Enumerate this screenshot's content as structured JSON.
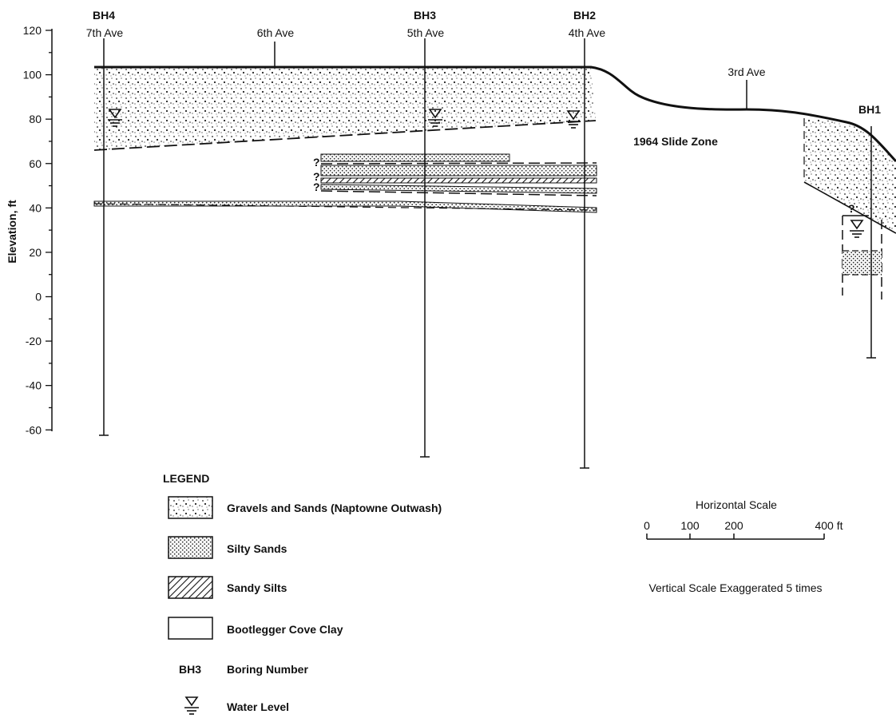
{
  "axis": {
    "ylabel": "Elevation, ft",
    "ticks": [
      120,
      100,
      80,
      60,
      40,
      20,
      0,
      -20,
      -40,
      -60
    ]
  },
  "borings": [
    {
      "id": "BH4",
      "street": "7th Ave"
    },
    {
      "id": "BH3",
      "street": "5th Ave"
    },
    {
      "id": "BH2",
      "street": "4th Ave"
    },
    {
      "id": "BH1",
      "street": ""
    }
  ],
  "streets": {
    "sixth": "6th Ave",
    "third": "3rd Ave"
  },
  "slide_zone": "1964 Slide Zone",
  "question_mark": "?",
  "legend": {
    "title": "LEGEND",
    "items": [
      {
        "pattern": "gravel",
        "label": "Gravels and Sands (Naptowne Outwash)"
      },
      {
        "pattern": "silty",
        "label": "Silty Sands"
      },
      {
        "pattern": "hatch",
        "label": "Sandy Silts"
      },
      {
        "pattern": "clay",
        "label": "Bootlegger Cove Clay"
      }
    ],
    "boring_symbol": "BH3",
    "boring_label": "Boring Number",
    "water_label": "Water Level"
  },
  "scale": {
    "title": "Horizontal Scale",
    "ticks": [
      "0",
      "100",
      "200",
      "400 ft"
    ],
    "vertical_note": "Vertical Scale Exaggerated 5 times"
  }
}
